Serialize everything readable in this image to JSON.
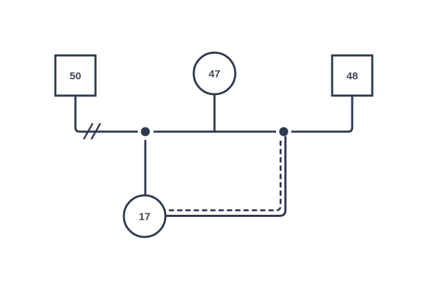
{
  "diagram": {
    "kind": "genogram",
    "colors": {
      "line": "#2e3a4e",
      "text": "#3b4456",
      "background": "#ffffff"
    },
    "nodes": [
      {
        "id": "person-50",
        "shape": "square",
        "label": "50"
      },
      {
        "id": "person-47",
        "shape": "circle",
        "label": "47"
      },
      {
        "id": "person-48",
        "shape": "square",
        "label": "48"
      },
      {
        "id": "person-17",
        "shape": "circle",
        "label": "17"
      }
    ],
    "junctions": [
      {
        "id": "junction-left",
        "style": "filled-dot"
      },
      {
        "id": "junction-right",
        "style": "filled-dot"
      }
    ],
    "edges": [
      {
        "from": "person-50",
        "to": "union-line",
        "style": "solid",
        "mark": "double-slash-separation"
      },
      {
        "from": "person-47",
        "to": "union-line",
        "style": "solid"
      },
      {
        "from": "person-48",
        "to": "union-line",
        "style": "solid"
      },
      {
        "from": "junction-left",
        "to": "person-17",
        "style": "solid"
      },
      {
        "from": "junction-right",
        "to": "person-17",
        "style": "dashed-over-solid"
      }
    ]
  }
}
